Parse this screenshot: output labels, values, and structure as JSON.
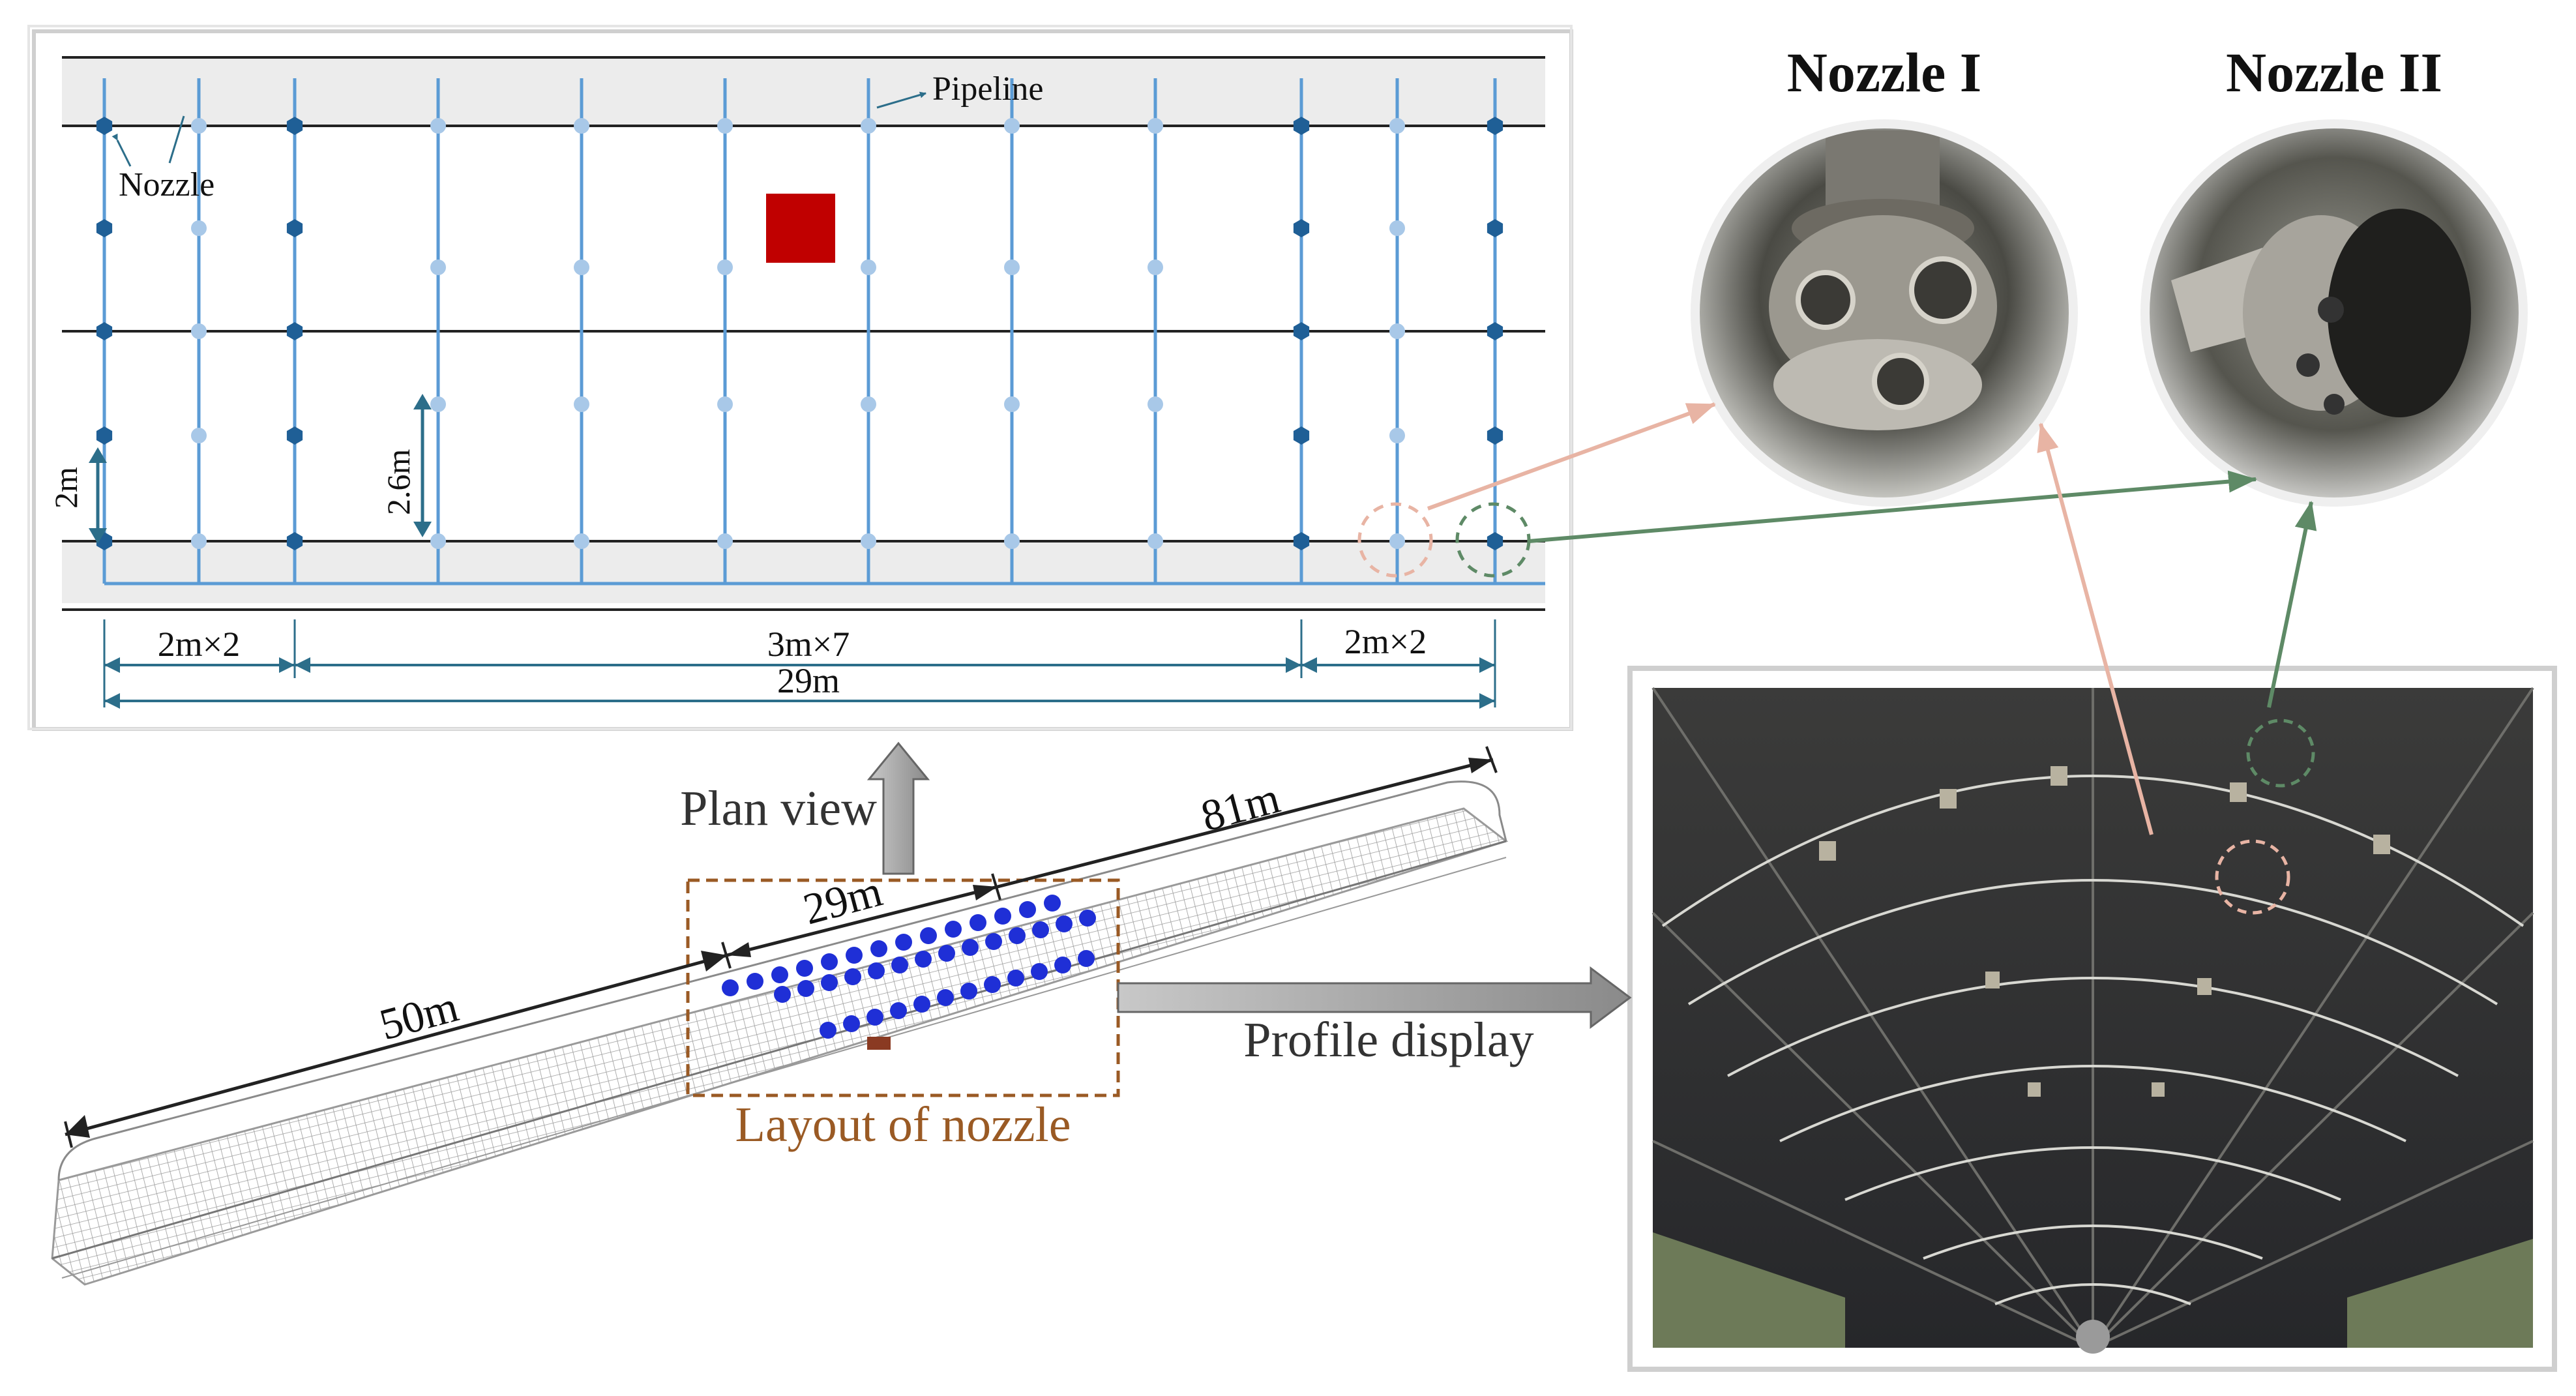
{
  "plan": {
    "pipeline_label": "Pipeline",
    "nozzle_label": "Nozzle",
    "dim_2m": "2m",
    "dim_26m": "2.6m",
    "dim_left": "2m×2",
    "dim_middle": "3m×7",
    "dim_right": "2m×2",
    "dim_total": "29m"
  },
  "nozzles": {
    "nozzle_1_title": "Nozzle I",
    "nozzle_2_title": "Nozzle II"
  },
  "model": {
    "plan_view_label": "Plan view",
    "len_81": "81m",
    "len_29": "29m",
    "len_50": "50m",
    "layout_label": "Layout of nozzle",
    "profile_label": "Profile display"
  },
  "colors": {
    "pipe_blue": "#5b9bd5",
    "nozzle_dark": "#1f5f96",
    "nozzle_light": "#a8c8e8",
    "dim_teal": "#2c6e8a",
    "fire_red": "#c00000",
    "pink_arrow": "#e8b4a4",
    "green_arrow": "#5e8a66",
    "layout_brown": "#9a5a24"
  }
}
